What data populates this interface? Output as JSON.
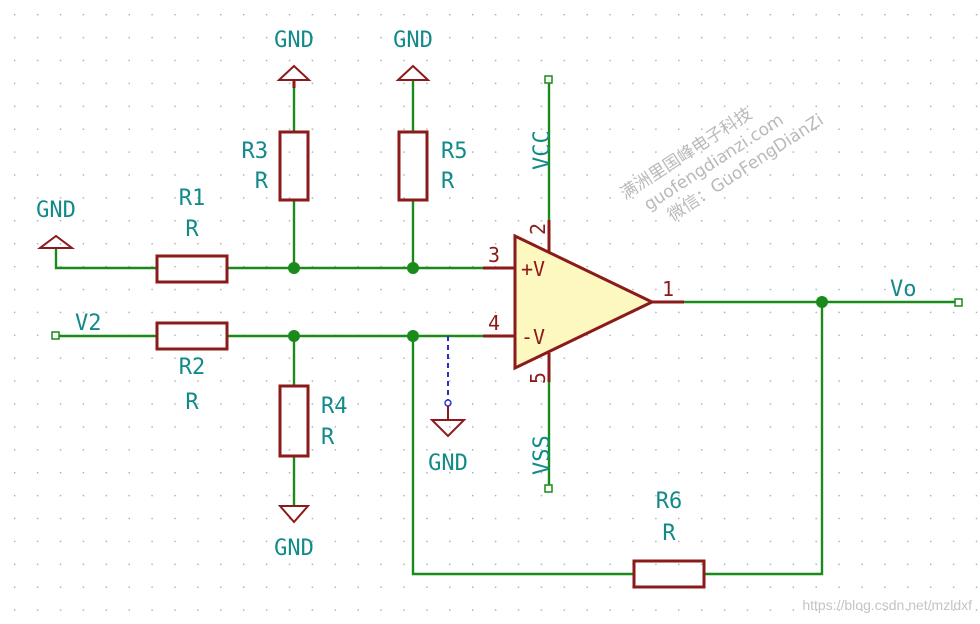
{
  "components": {
    "R1": {
      "ref": "R1",
      "value": "R"
    },
    "R2": {
      "ref": "R2",
      "value": "R"
    },
    "R3": {
      "ref": "R3",
      "value": "R"
    },
    "R4": {
      "ref": "R4",
      "value": "R"
    },
    "R5": {
      "ref": "R5",
      "value": "R"
    },
    "R6": {
      "ref": "R6",
      "value": "R"
    }
  },
  "opamp": {
    "pin_noninv_num": "3",
    "pin_noninv_label": "+V",
    "pin_inv_num": "4",
    "pin_inv_label": "-V",
    "pin_out_num": "1",
    "pin_vcc_num": "2",
    "pin_vss_num": "5"
  },
  "power": {
    "gnd": "GND",
    "vcc": "VCC",
    "vss": "VSS"
  },
  "nets": {
    "input": "V2",
    "output": "Vo"
  },
  "watermark": {
    "line1": "满洲里国峰电子科技",
    "line2": "guofengdianzi.com",
    "line3": "微信：GuoFengDianZi",
    "credit": "https://blog.csdn.net/mzldxf"
  },
  "colors": {
    "wire": "#1a8a1a",
    "component": "#8b1a1a",
    "label": "#138a8a",
    "opamp_fill": "#fdf8c0"
  }
}
